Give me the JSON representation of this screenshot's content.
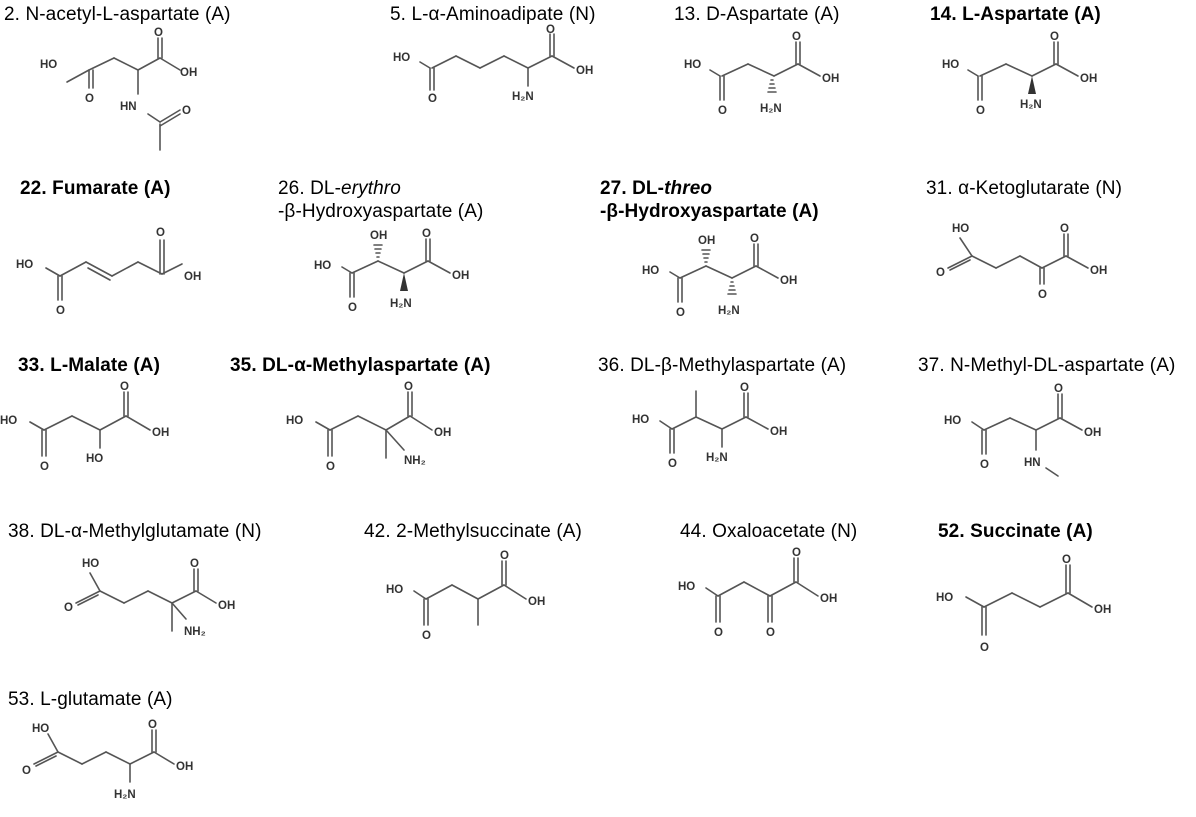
{
  "compounds": [
    {
      "num": "2.",
      "name": "N-acetyl-L-aspartate",
      "cls": "(A)"
    },
    {
      "num": "5.",
      "name": "L-α-Aminoadipate",
      "cls": "(N)"
    },
    {
      "num": "13.",
      "name": "D-Aspartate",
      "cls": "(A)"
    },
    {
      "num": "14.",
      "name": "L-Aspartate",
      "cls": "(A)"
    },
    {
      "num": "22.",
      "name": "Fumarate",
      "cls": "(A)"
    },
    {
      "num": "26.",
      "name_a": "DL-",
      "name_b": "erythro",
      "name_c": "-β-Hydroxyaspartate",
      "cls": "(A)"
    },
    {
      "num": "27.",
      "name_a": "DL-",
      "name_b": "threo",
      "name_c": "-β-Hydroxyaspartate",
      "cls": "(A)"
    },
    {
      "num": "31.",
      "name": "α-Ketoglutarate",
      "cls": "(N)"
    },
    {
      "num": "33.",
      "name": "L-Malate",
      "cls": "(A)"
    },
    {
      "num": "35.",
      "name": "DL-α-Methylaspartate",
      "cls": "(A)"
    },
    {
      "num": "36.",
      "name": "DL-β-Methylaspartate",
      "cls": "(A)"
    },
    {
      "num": "37.",
      "name": "N-Methyl-DL-aspartate",
      "cls": "(A)"
    },
    {
      "num": "38.",
      "name": "DL-α-Methylglutamate",
      "cls": "(N)"
    },
    {
      "num": "42.",
      "name": "2-Methylsuccinate",
      "cls": "(A)"
    },
    {
      "num": "44.",
      "name": "Oxaloacetate",
      "cls": "(N)"
    },
    {
      "num": "52.",
      "name": "Succinate",
      "cls": "(A)"
    },
    {
      "num": "53.",
      "name": "L-glutamate",
      "cls": "(A)"
    }
  ],
  "atoms": {
    "ho": "HO",
    "oh": "OH",
    "o": "O",
    "h2n": "H₂N",
    "nh2": "NH₂",
    "hn": "HN"
  }
}
